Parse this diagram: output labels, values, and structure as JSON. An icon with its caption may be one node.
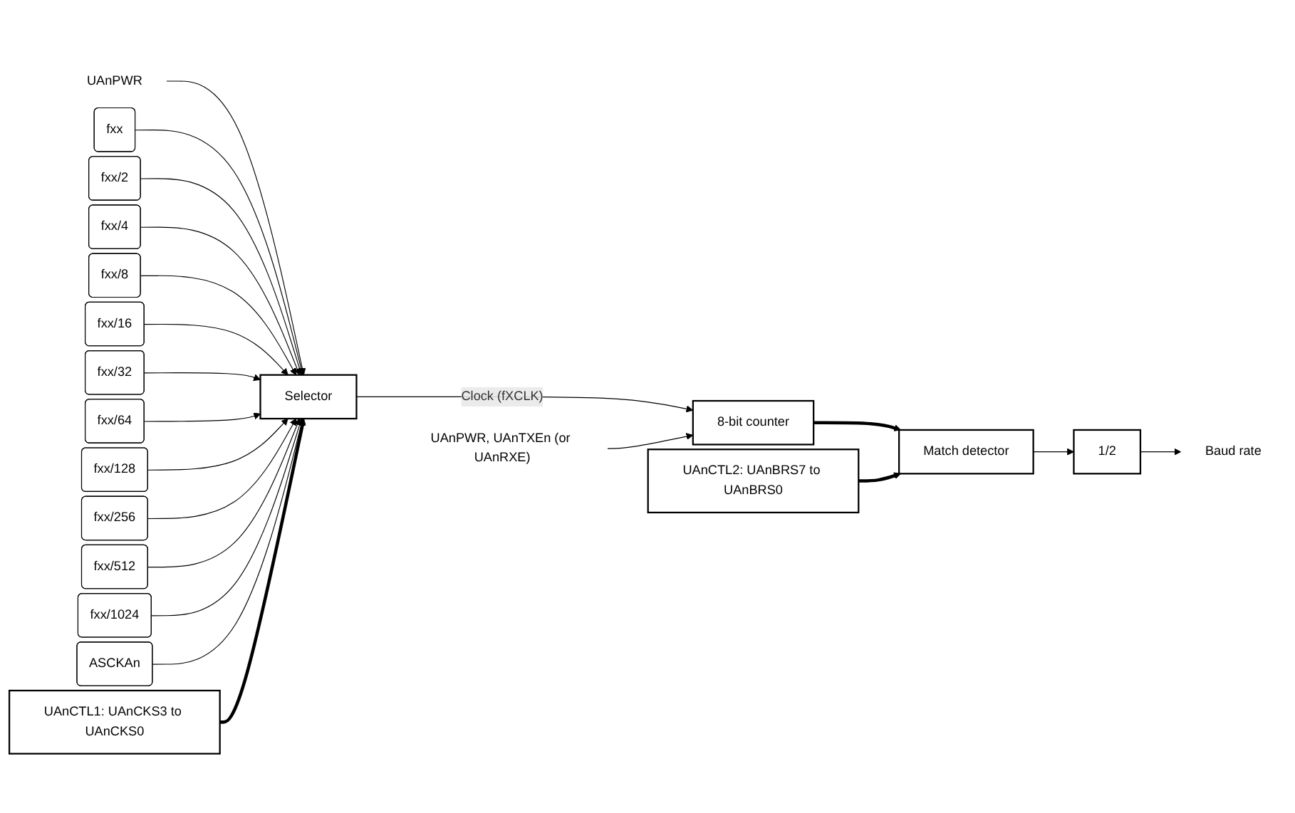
{
  "diagram": {
    "nodes": [
      {
        "text": [
          "UAnPWR"
        ]
      },
      {
        "text": [
          "fxx"
        ]
      },
      {
        "text": [
          "fxx/2"
        ]
      },
      {
        "text": [
          "fxx/4"
        ]
      },
      {
        "text": [
          "fxx/8"
        ]
      },
      {
        "text": [
          "fxx/16"
        ]
      },
      {
        "text": [
          "fxx/32"
        ]
      },
      {
        "text": [
          "fxx/64"
        ]
      },
      {
        "text": [
          "fxx/128"
        ]
      },
      {
        "text": [
          "fxx/256"
        ]
      },
      {
        "text": [
          "fxx/512"
        ]
      },
      {
        "text": [
          "fxx/1024"
        ]
      },
      {
        "text": [
          "ASCKAn"
        ]
      },
      {
        "text": [
          "Selector"
        ]
      },
      {
        "text": [
          "UAnPWR, UAnTXEn (or UAnRXE)"
        ]
      },
      {
        "text": [
          "8-bit counter"
        ]
      },
      {
        "text": [
          "Match detector"
        ]
      },
      {
        "text": [
          "1/2"
        ]
      },
      {
        "text": [
          "Baud rate"
        ]
      },
      {
        "text": [
          "UAnCTL1: UAnCKS3 to UAnCKS0"
        ]
      },
      {
        "text": [
          "UAnCTL2: UAnBRS7 to UAnBRS0"
        ]
      }
    ],
    "edges": [
      {
        "from": 0,
        "to": 13,
        "arrow": "to"
      },
      {
        "from": 1,
        "to": 13,
        "arrow": "to"
      },
      {
        "from": 2,
        "to": 13,
        "arrow": "to"
      },
      {
        "from": 3,
        "to": 13,
        "arrow": "to"
      },
      {
        "from": 4,
        "to": 13,
        "arrow": "to"
      },
      {
        "from": 5,
        "to": 13,
        "arrow": "to"
      },
      {
        "from": 6,
        "to": 13,
        "arrow": "to"
      },
      {
        "from": 7,
        "to": 13,
        "arrow": "to"
      },
      {
        "from": 8,
        "to": 13,
        "arrow": "to"
      },
      {
        "from": 9,
        "to": 13,
        "arrow": "to"
      },
      {
        "from": 10,
        "to": 13,
        "arrow": "to"
      },
      {
        "from": 11,
        "to": 13,
        "arrow": "to"
      },
      {
        "from": 12,
        "to": 13,
        "arrow": "to"
      },
      {
        "from": 19,
        "to": 13,
        "arrow": "to",
        "style": "thick"
      },
      {
        "from": 13,
        "to": 15,
        "arrow": "to",
        "label": "Clock (fXCLK)"
      },
      {
        "from": 14,
        "to": 15,
        "arrow": "to"
      },
      {
        "from": 15,
        "to": 16,
        "arrow": "to",
        "style": "thick"
      },
      {
        "from": 20,
        "to": 16,
        "arrow": "to",
        "style": "thick"
      },
      {
        "from": 16,
        "to": 17,
        "arrow": "to"
      },
      {
        "from": 17,
        "to": 18,
        "arrow": "to"
      }
    ]
  }
}
